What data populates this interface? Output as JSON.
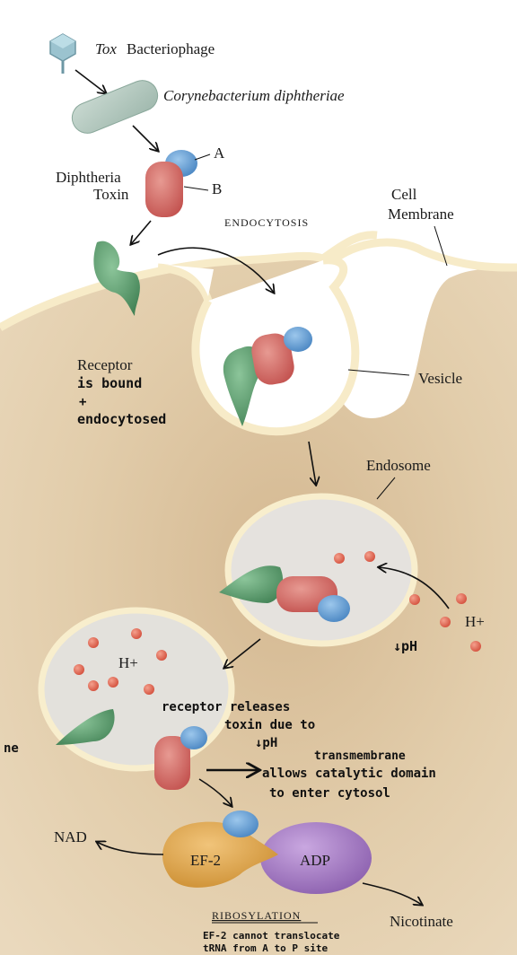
{
  "labels": {
    "phage_italic": "Tox",
    "phage_rest": "Bacteriophage",
    "bacterium": "Corynebacterium diphtheriae",
    "toxin_line1": "Diphtheria",
    "toxin_line2": "Toxin",
    "subunit_a": "A",
    "subunit_b": "B",
    "endocytosis": "ENDOCYTOSIS",
    "cell_membrane_line1": "Cell",
    "cell_membrane_line2": "Membrane",
    "receptor": "Receptor",
    "vesicle": "Vesicle",
    "endosome": "Endosome",
    "h_plus_outside": "H+",
    "h_plus_inside": "H+",
    "ef2": "EF-2",
    "adp": "ADP",
    "nad": "NAD",
    "nicotinate": "Nicotinate",
    "ribosylation": "RIBOSYLATION"
  },
  "annotations": {
    "receptor_note_1": "is bound",
    "receptor_note_2": "+",
    "receptor_note_3": "endocytosed",
    "ph_drop": "↓pH",
    "release_1": "receptor releases",
    "release_2": "toxin due to",
    "release_3": "↓pH",
    "trans_1": "transmembrane",
    "trans_2": "allows catalytic domain",
    "trans_3": "to enter cytosol",
    "ribo_1": "EF-2 cannot translocate",
    "ribo_2": "tRNA from A to P site",
    "edge_mark": "ne"
  },
  "colors": {
    "cytoplasm": "#e5d1b2",
    "cytoplasm_dark": "#d9bf98",
    "membrane": "#fbf0cf",
    "endosome_fill": "#e4e1dc",
    "toxin_a": "#6aa2d6",
    "toxin_b": "#d46a66",
    "receptor": "#5a9b6a",
    "ef2": "#e0a346",
    "adp": "#a37cc0",
    "proton": "#e1705a",
    "bacterium": "#b6cbc1"
  }
}
